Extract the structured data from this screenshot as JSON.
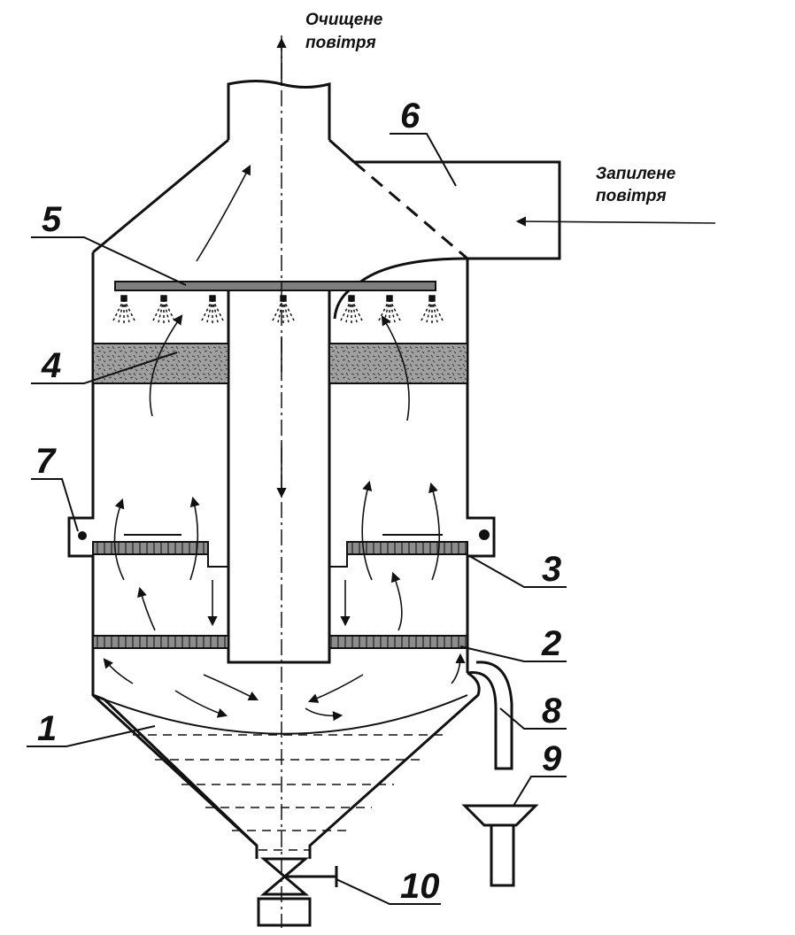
{
  "captions": {
    "outlet_line1": "Очищене",
    "outlet_line2": "повітря",
    "inlet_line1": "Запилене",
    "inlet_line2": "повітря"
  },
  "callouts": {
    "n1": "1",
    "n2": "2",
    "n3": "3",
    "n4": "4",
    "n5": "5",
    "n6": "6",
    "n7": "7",
    "n8": "8",
    "n9": "9",
    "n10": "10"
  },
  "colors": {
    "ink": "#111111",
    "grate": "#8c8c8c",
    "packing": "#9a9a9a",
    "sprayer_bar": "#7f7f7f"
  }
}
